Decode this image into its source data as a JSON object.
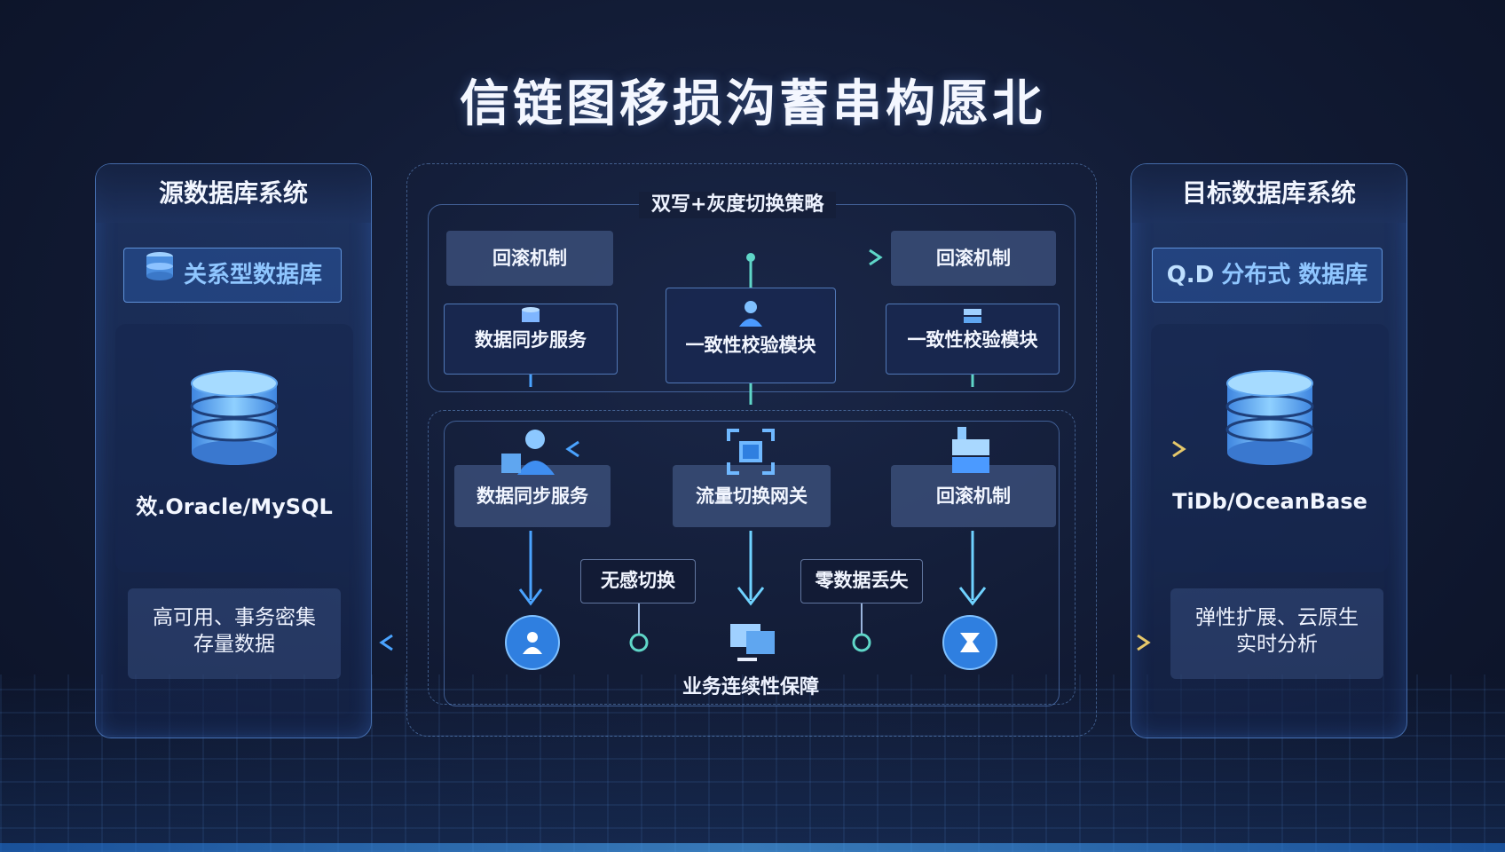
{
  "title": "信链图移损沟蓄串构愿北",
  "source": {
    "header": "源数据库系统",
    "chip": "关系型数据库",
    "db_name": "效.Oracle/MySQL",
    "features": [
      "高可用、事务密集",
      "存量数据"
    ]
  },
  "target": {
    "header": "目标数据库系统",
    "chip": "分布式 数据库",
    "chip_prefix": "Q.D",
    "db_name": "TiDb/OceanBase",
    "features": [
      "弹性扩展、云原生",
      "实时分析"
    ]
  },
  "strategy": {
    "label": "双写+灰度切换策略",
    "top_left": "回滚机制",
    "top_right": "回滚机制",
    "mid_left": "数据同步服务",
    "mid_center": "一致性校验模块",
    "mid_right": "一致性校验模块"
  },
  "flow": {
    "left": "数据同步服务",
    "center": "流量切换网关",
    "right": "回滚机制",
    "tag_left": "无感切换",
    "tag_right": "零数据丢失",
    "bottom": "业务连续性保障"
  },
  "colors": {
    "accent_blue": "#4aa3ff",
    "accent_teal": "#5fd6c8",
    "accent_yellow": "#e6c86a",
    "panel_border": "#6eaaff"
  },
  "icons": {
    "database": "database-icon",
    "user": "user-icon",
    "gateway": "gateway-icon",
    "server": "server-icon"
  }
}
